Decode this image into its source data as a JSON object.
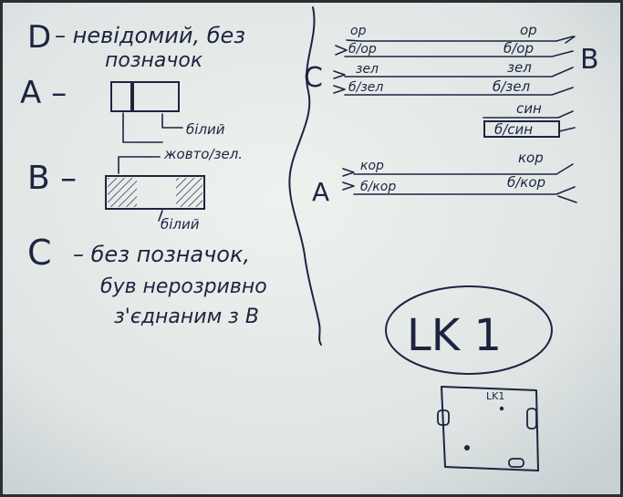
{
  "legend_left": {
    "d_letter": "D",
    "d_text_line1": "– невідомий, без",
    "d_text_line2": "позначок",
    "a_letter": "A –",
    "a_label_white": "білий",
    "a_label_yellowgreen": "жовто/зел.",
    "b_letter": "B –",
    "b_label_white": "білий",
    "c_letter": "C",
    "c_text_line1": "– без позначок,",
    "c_text_line2": "був нерозривно",
    "c_text_line3": "з'єднаним з B"
  },
  "wires_right": {
    "group_c_letter": "C",
    "group_b_letter": "B",
    "group_a_letter": "A",
    "rows": [
      {
        "left": "ор",
        "right": "ор"
      },
      {
        "left": "б/ор",
        "right": "б/ор"
      },
      {
        "left": "зел",
        "right": "зел"
      },
      {
        "left": "б/зел",
        "right": "б/зел"
      },
      {
        "left": "",
        "right": "син"
      },
      {
        "left": "",
        "right": "б/син"
      },
      {
        "left": "кор",
        "right": "кор"
      },
      {
        "left": "б/кор",
        "right": "б/кор"
      }
    ]
  },
  "board": {
    "oval_label": "LK 1",
    "chip_label": "LK1"
  }
}
